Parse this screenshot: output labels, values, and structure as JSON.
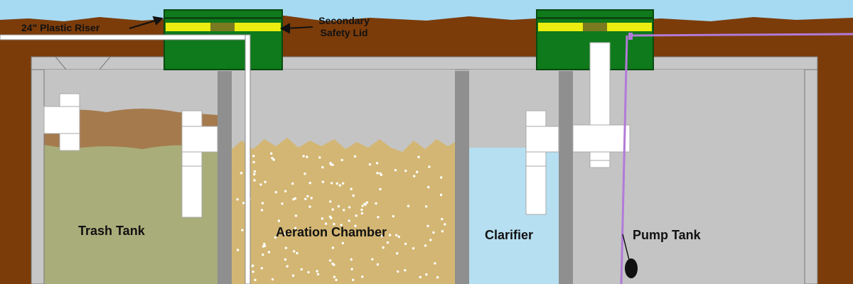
{
  "labels": {
    "riser": "24\" Plastic Riser",
    "lid_line1": "Secondary",
    "lid_line2": "Safety Lid",
    "trash": "Trash Tank",
    "aeration": "Aeration Chamber",
    "clarifier": "Clarifier",
    "pump": "Pump Tank"
  },
  "colors": {
    "sky": "#a6d9f2",
    "soil": "#7b3c0a",
    "concrete": "#c7c7c7",
    "tank_interior": "#c4c4c4",
    "partition": "#8f8f8f",
    "riser_green": "#0f7a1b",
    "lid_yellow": "#ecec10",
    "lid_olive": "#7a7a20",
    "trash_liquid": "#a9ad7a",
    "scum_layer": "#a57a4d",
    "aeration_media": "#d3b673",
    "clarifier_water": "#b6dff1",
    "pipe": "#ffffff",
    "conduit": "#b27ad8",
    "float": "#111111"
  },
  "icons": {
    "tees": "pipe-tee-icon",
    "float": "float-switch-icon",
    "arrows": "arrow-icon"
  }
}
